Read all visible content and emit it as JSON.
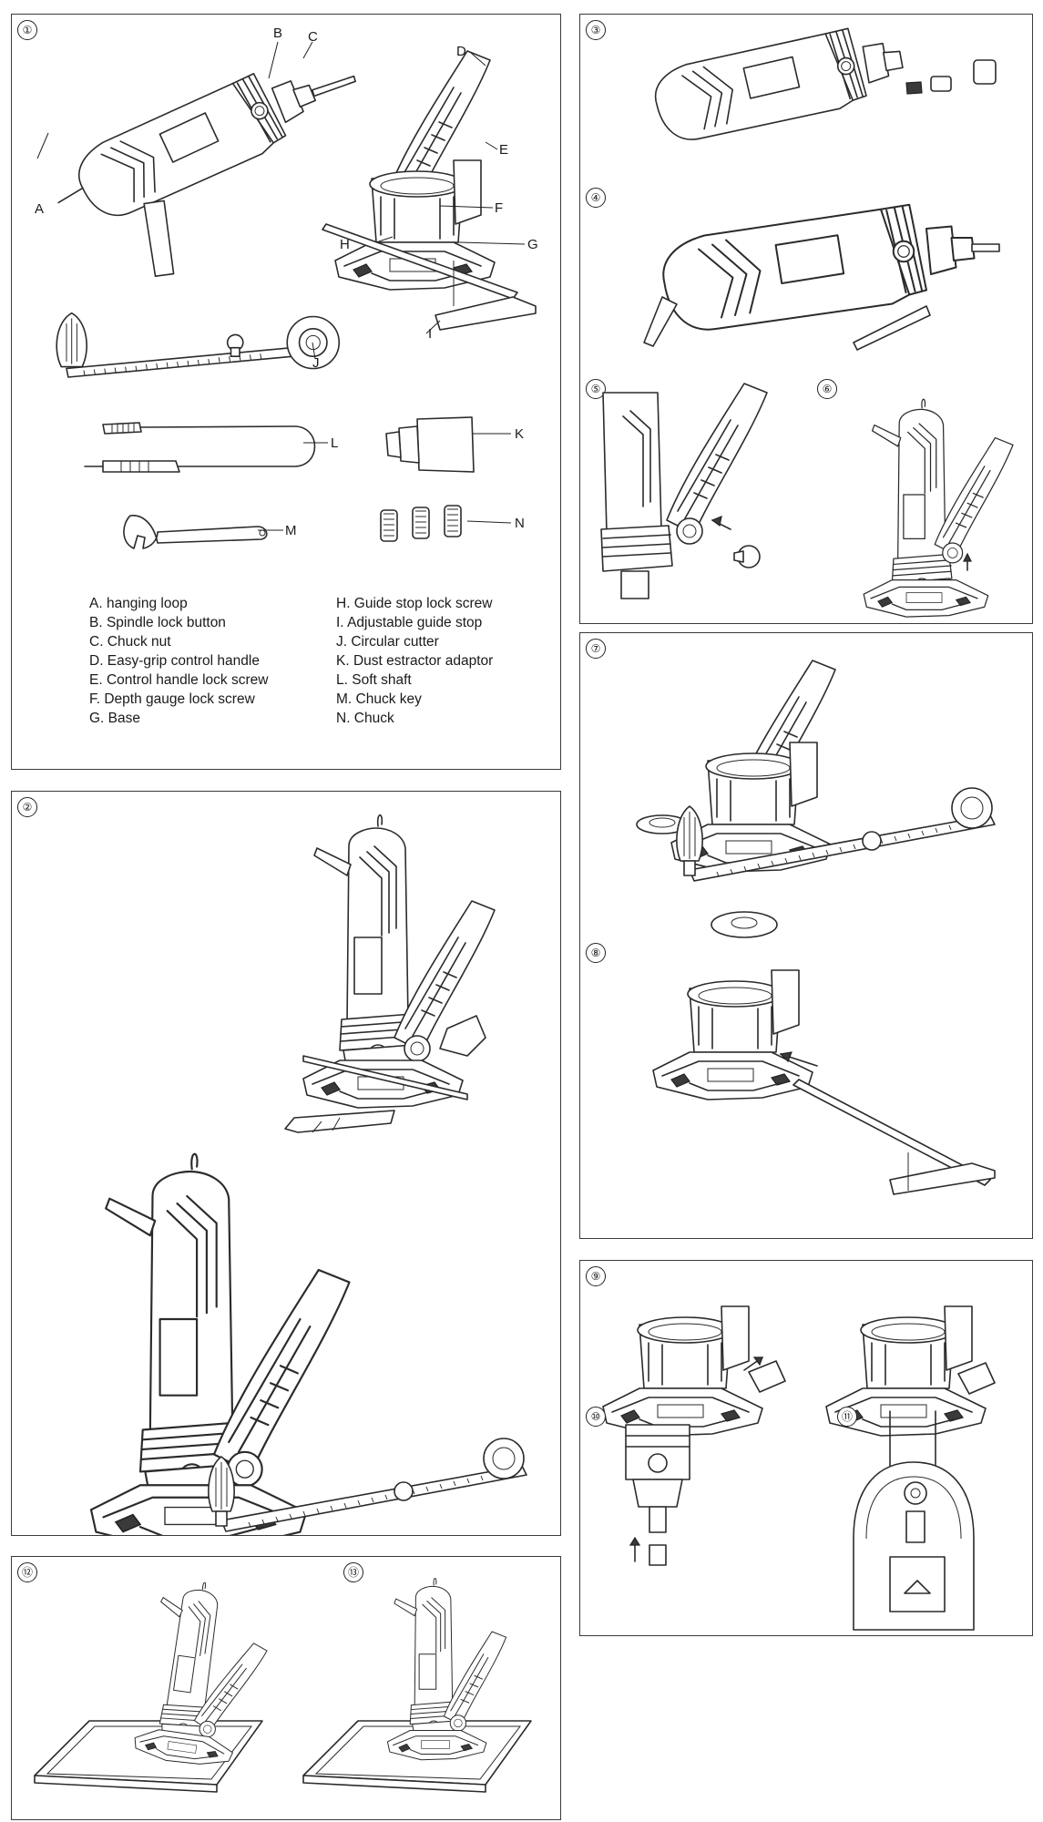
{
  "panels": {
    "p1": {
      "number": "①"
    },
    "p2": {
      "number": "②"
    },
    "p3": {
      "number": "③"
    },
    "p4": {
      "number": "④"
    },
    "p5": {
      "number": "⑤"
    },
    "p6": {
      "number": "⑥"
    },
    "p7": {
      "number": "⑦"
    },
    "p8": {
      "number": "⑧"
    },
    "p9": {
      "number": "⑨"
    },
    "p10": {
      "number": "⑩"
    },
    "p11": {
      "number": "⑪"
    },
    "p12": {
      "number": "⑫"
    },
    "p13": {
      "number": "⑬"
    }
  },
  "callouts": {
    "A": "A",
    "B": "B",
    "C": "C",
    "D": "D",
    "E": "E",
    "F": "F",
    "G": "G",
    "H": "H",
    "I": "I",
    "J": "J",
    "K": "K",
    "L": "L",
    "M": "M",
    "N": "N"
  },
  "legend": {
    "left": [
      "A. hanging loop",
      "B. Spindle lock button",
      "C. Chuck nut",
      "D. Easy-grip control handle",
      "E. Control handle lock screw",
      "F. Depth gauge lock screw",
      "G. Base"
    ],
    "right": [
      "H. Guide stop lock screw",
      "I.  Adjustable guide stop",
      "J. Circular cutter",
      "K. Dust estractor adaptor",
      "L. Soft shaft",
      "M. Chuck key",
      "N. Chuck"
    ]
  }
}
